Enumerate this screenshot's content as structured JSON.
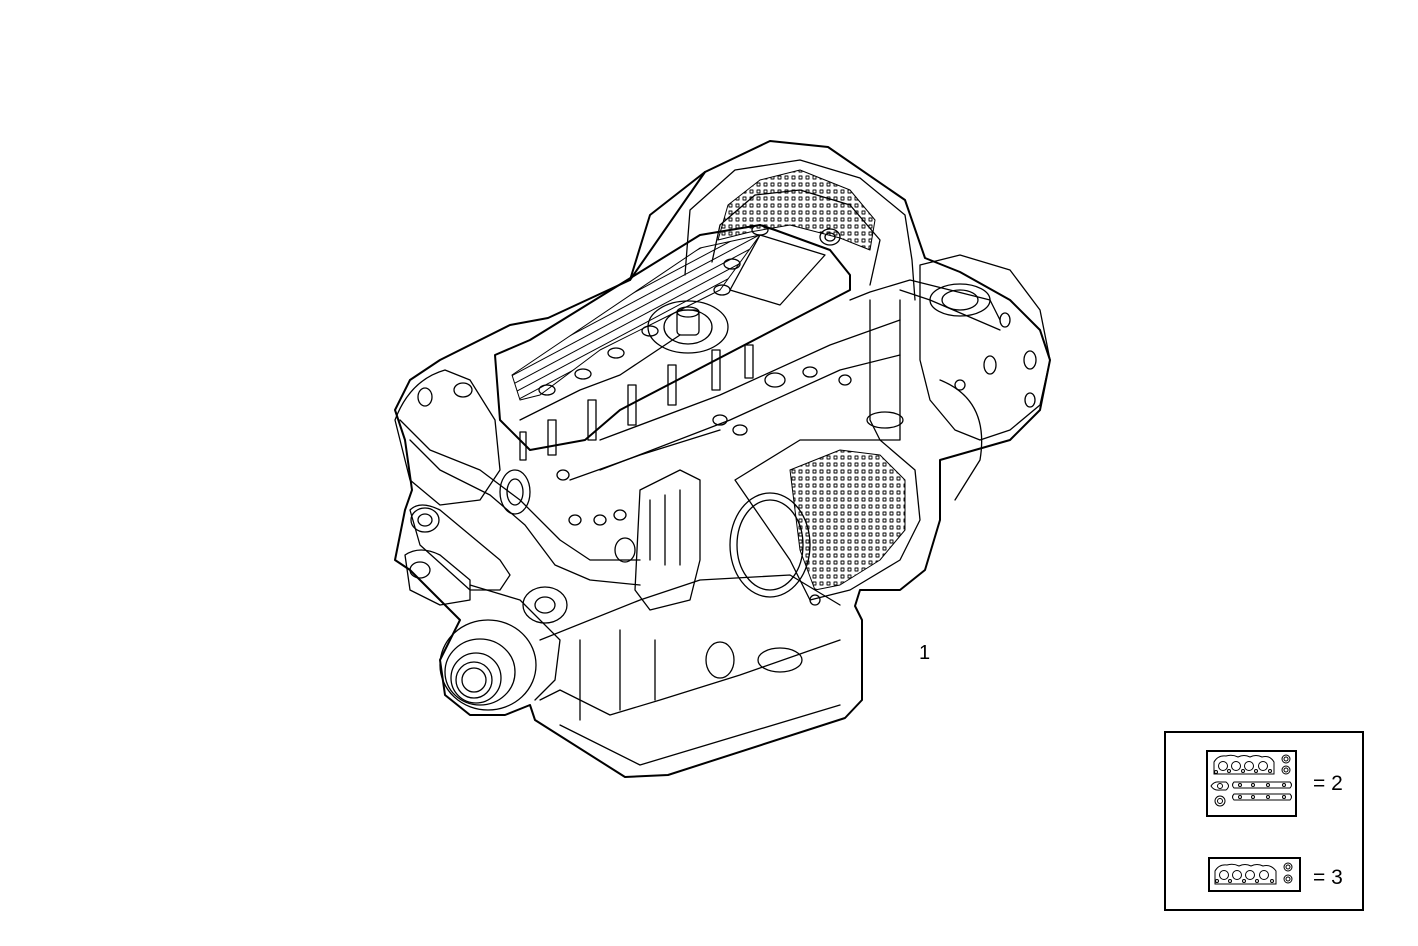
{
  "diagram": {
    "subject": "Engine assembly",
    "callouts": [
      {
        "id": "1",
        "label": "1"
      }
    ]
  },
  "legend": {
    "items": [
      {
        "icon": "gasket-kit-full-icon",
        "label": "= 2"
      },
      {
        "icon": "gasket-kit-head-icon",
        "label": "= 3"
      }
    ]
  },
  "colors": {
    "line": "#000000",
    "background": "#ffffff"
  }
}
